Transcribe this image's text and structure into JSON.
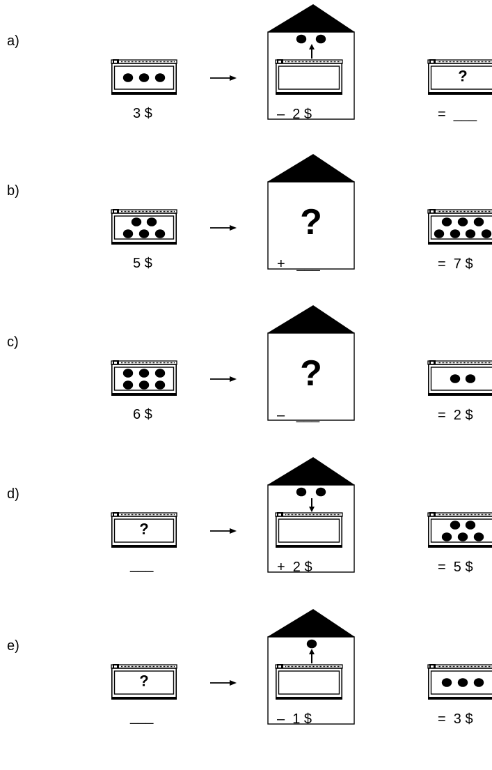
{
  "problems": [
    {
      "label": "a)",
      "start_purse": {
        "coins": 3,
        "question": false
      },
      "start_caption": "3 $",
      "house": {
        "mode": "coins",
        "coins": 2,
        "direction": "up",
        "question": false
      },
      "house_caption": "–  2 $",
      "end_purse": {
        "coins": 0,
        "question": true
      },
      "end_caption": "=  ___"
    },
    {
      "label": "b)",
      "start_purse": {
        "coins": 5,
        "question": false
      },
      "start_caption": "5 $",
      "house": {
        "mode": "question",
        "coins": 0,
        "direction": "",
        "question": true
      },
      "house_caption": "+   ___",
      "end_purse": {
        "coins": 7,
        "question": false
      },
      "end_caption": "=  7 $"
    },
    {
      "label": "c)",
      "start_purse": {
        "coins": 6,
        "question": false
      },
      "start_caption": "6 $",
      "house": {
        "mode": "question",
        "coins": 0,
        "direction": "",
        "question": true
      },
      "house_caption": "–   ___",
      "end_purse": {
        "coins": 2,
        "question": false
      },
      "end_caption": "=  2 $"
    },
    {
      "label": "d)",
      "start_purse": {
        "coins": 0,
        "question": true
      },
      "start_caption": "___",
      "house": {
        "mode": "coins",
        "coins": 2,
        "direction": "down",
        "question": false
      },
      "house_caption": "+  2 $",
      "end_purse": {
        "coins": 5,
        "question": false
      },
      "end_caption": "=  5 $"
    },
    {
      "label": "e)",
      "start_purse": {
        "coins": 0,
        "question": true
      },
      "start_caption": "___",
      "house": {
        "mode": "coins",
        "coins": 1,
        "direction": "up",
        "question": false
      },
      "house_caption": "–  1 $",
      "end_purse": {
        "coins": 3,
        "question": false
      },
      "end_caption": "=  3 $"
    }
  ],
  "question_mark": "?"
}
